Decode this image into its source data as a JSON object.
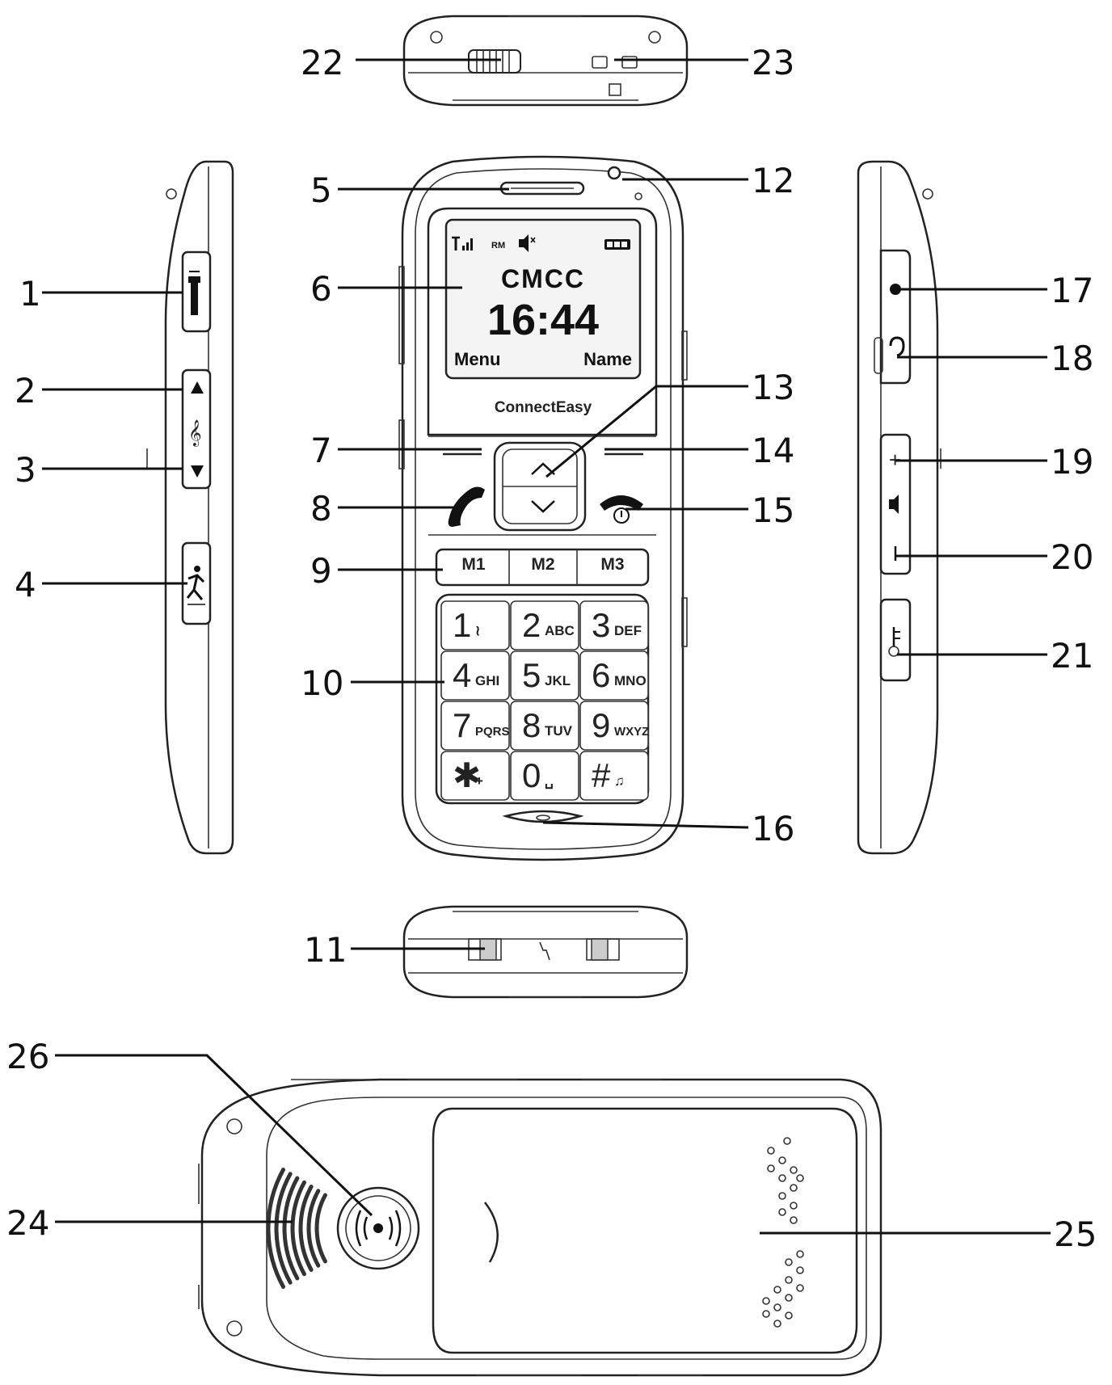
{
  "screen": {
    "carrier": "CMCC",
    "time": "16:44",
    "left_softkey": "Menu",
    "right_softkey": "Name",
    "roaming": "RM"
  },
  "brand": "ConnectEasy",
  "memory_keys": [
    "M1",
    "M2",
    "M3"
  ],
  "keypad": [
    {
      "digit": "1",
      "sub": "≀"
    },
    {
      "digit": "2",
      "sub": "ABC"
    },
    {
      "digit": "3",
      "sub": "DEF"
    },
    {
      "digit": "4",
      "sub": "GHI"
    },
    {
      "digit": "5",
      "sub": "JKL"
    },
    {
      "digit": "6",
      "sub": "MNO"
    },
    {
      "digit": "7",
      "sub": "PQRS"
    },
    {
      "digit": "8",
      "sub": "TUV"
    },
    {
      "digit": "9",
      "sub": "WXYZ"
    },
    {
      "digit": "✱",
      "sub": "+"
    },
    {
      "digit": "0",
      "sub": "␣"
    },
    {
      "digit": "#",
      "sub": "♫"
    }
  ],
  "callouts": {
    "c1": "1",
    "c2": "2",
    "c3": "3",
    "c4": "4",
    "c5": "5",
    "c6": "6",
    "c7": "7",
    "c8": "8",
    "c9": "9",
    "c10": "10",
    "c11": "11",
    "c12": "12",
    "c13": "13",
    "c14": "14",
    "c15": "15",
    "c16": "16",
    "c17": "17",
    "c18": "18",
    "c19": "19",
    "c20": "20",
    "c21": "21",
    "c22": "22",
    "c23": "23",
    "c24": "24",
    "c25": "25",
    "c26": "26"
  },
  "side_marks": {
    "volume_plus": "+",
    "volume_minus": "−"
  },
  "icons": {
    "signal": "signal-icon",
    "speaker_mute": "speaker-icon",
    "battery": "battery-icon",
    "call": "call-icon",
    "end_call": "end-call-icon",
    "nav_up": "chevron-up-icon",
    "nav_down": "chevron-down-icon",
    "flashlight": "flashlight-icon",
    "music": "music-icon",
    "sos": "sos-icon",
    "earphone": "earphone-jack-icon",
    "lanyard": "lanyard-icon",
    "key_lock": "key-lock-icon",
    "camera": "camera-icon",
    "loudspeaker": "loudspeaker-icon"
  }
}
